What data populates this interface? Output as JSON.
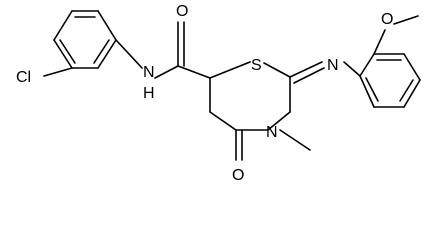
{
  "molecule": {
    "atom_labels": {
      "cl": "Cl",
      "amide_n": "N",
      "amide_h": "H",
      "amide_o": "O",
      "ring_s": "S",
      "imine_n": "N",
      "ring_n": "N",
      "ring_o": "O",
      "methoxy_o": "O"
    }
  }
}
